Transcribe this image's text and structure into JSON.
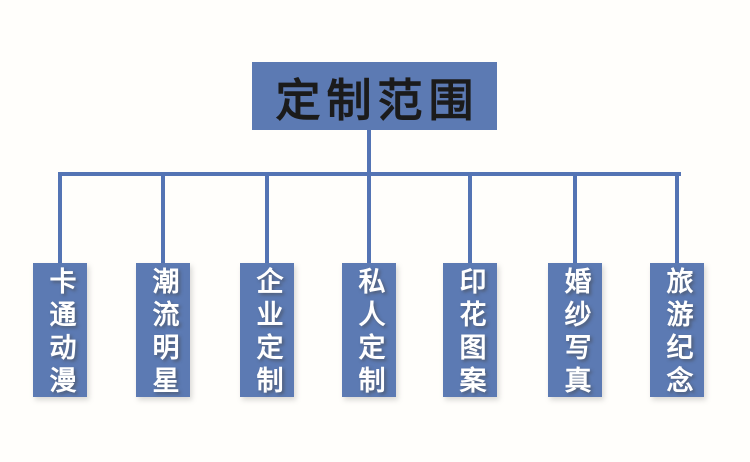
{
  "page": {
    "background_color": "#fffefb"
  },
  "diagram": {
    "type": "tree",
    "colors": {
      "node_fill": "#5c7ab3",
      "connector_line": "#5474b4",
      "root_text": "#1b1b1b",
      "child_text": "#ffffff"
    },
    "root": {
      "label": "定制范围"
    },
    "children": [
      {
        "label": "卡通动漫"
      },
      {
        "label": "潮流明星"
      },
      {
        "label": "企业定制"
      },
      {
        "label": "私人定制"
      },
      {
        "label": "印花图案"
      },
      {
        "label": "婚纱写真"
      },
      {
        "label": "旅游纪念"
      }
    ]
  }
}
